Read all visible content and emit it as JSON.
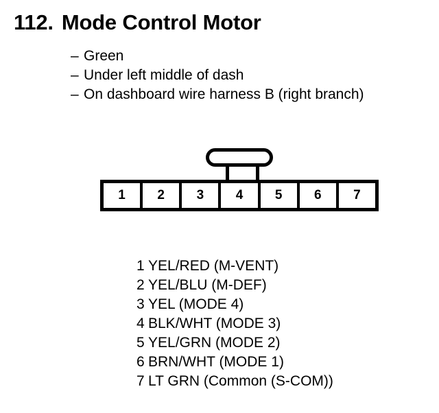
{
  "title": {
    "number": "112.",
    "name": "Mode Control Motor"
  },
  "bullets": [
    {
      "dash": "–",
      "text": "Green"
    },
    {
      "dash": "–",
      "text": "Under left middle of dash"
    },
    {
      "dash": "–",
      "text": "On dashboard wire harness B (right branch)"
    }
  ],
  "connector": {
    "pins": [
      "1",
      "2",
      "3",
      "4",
      "5",
      "6",
      "7"
    ]
  },
  "pin_legend": [
    {
      "num": "1",
      "label": "YEL/RED (M-VENT)"
    },
    {
      "num": "2",
      "label": "YEL/BLU (M-DEF)"
    },
    {
      "num": "3",
      "label": "YEL (MODE 4)"
    },
    {
      "num": "4",
      "label": "BLK/WHT (MODE 3)"
    },
    {
      "num": "5",
      "label": "YEL/GRN (MODE 2)"
    },
    {
      "num": "6",
      "label": "BRN/WHT (MODE 1)"
    },
    {
      "num": "7",
      "label": "LT GRN (Common (S-COM))"
    }
  ],
  "colors": {
    "ink": "#000000",
    "background": "#ffffff"
  }
}
